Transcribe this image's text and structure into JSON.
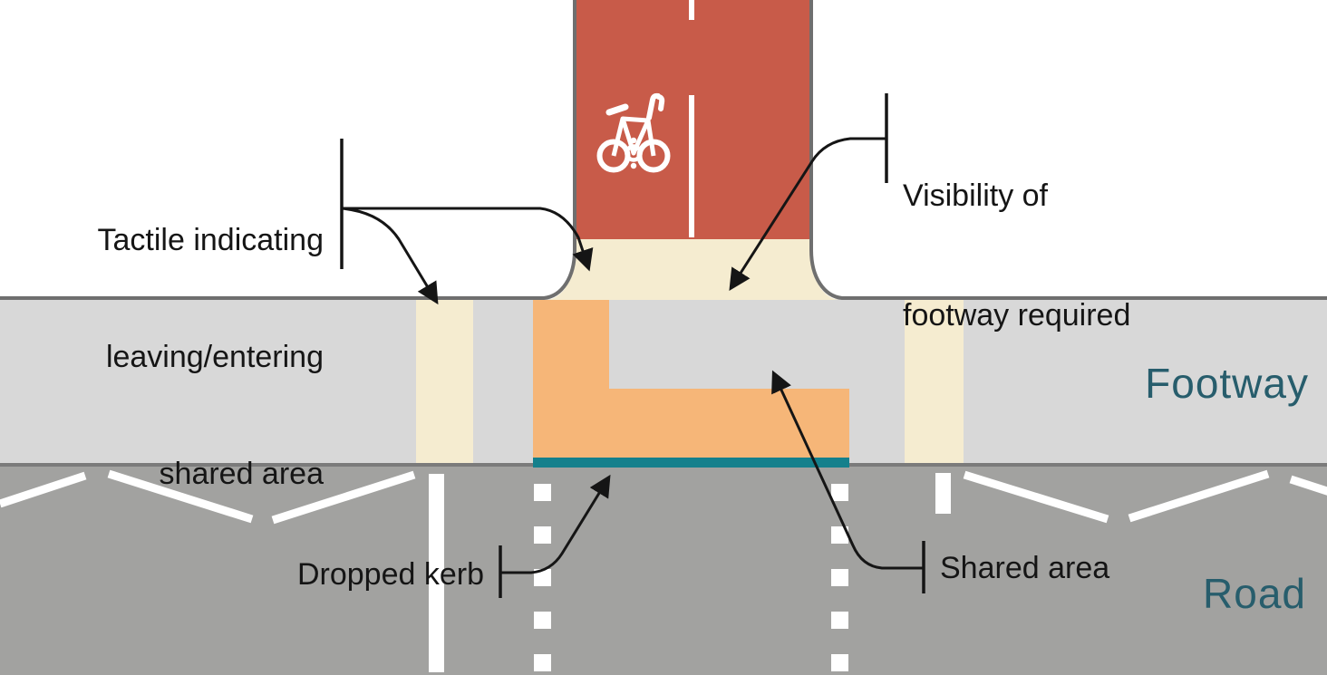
{
  "diagram": {
    "title_hint": "Cycle track crossing a footway",
    "annotations": {
      "tactile": {
        "lines": [
          "Tactile indicating",
          "leaving/entering",
          "shared area"
        ]
      },
      "visibility": {
        "lines": [
          "Visibility of",
          "footway required"
        ]
      },
      "dropped_kerb": {
        "text": "Dropped kerb"
      },
      "shared_area": {
        "text": "Shared area"
      }
    },
    "zones": {
      "footway": "Footway",
      "road": "Road"
    },
    "icons": [
      {
        "name": "bicycle-icon",
        "meaning": "cycle track surface symbol"
      }
    ]
  },
  "colors": {
    "track_red": "#c85b49",
    "tactile_cream": "#f5ecd0",
    "shared_orange": "#f6b678",
    "dropped_kerb_teal": "#15808c",
    "footway_grey": "#d8d8d8",
    "road_grey": "#a2a2a0",
    "road_edge_grey": "#7b7b7b",
    "kerb_outline_grey": "#6f6f6f",
    "marking_white": "#ffffff",
    "annotation_black": "#151515",
    "zone_label_teal": "#275d6c"
  }
}
